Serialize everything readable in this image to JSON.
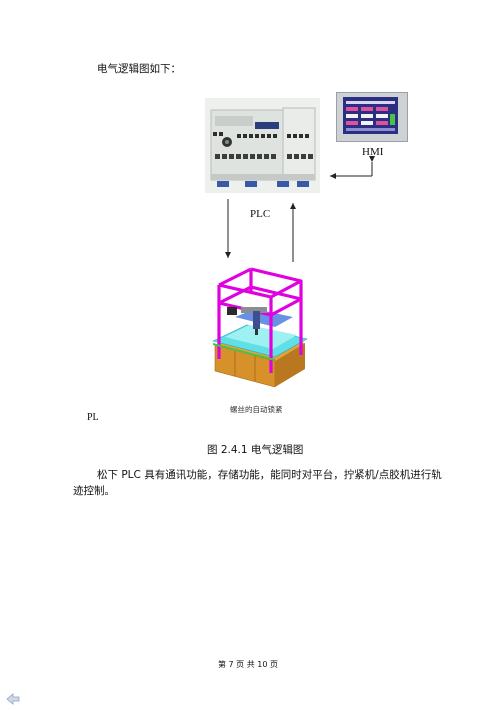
{
  "intro": "电气逻辑图如下：",
  "labels": {
    "hmi": "HMI",
    "plc": "PLC",
    "machine_caption": "螺丝的自动锁紧",
    "stray": "PL"
  },
  "figure_caption": "图 2.4.1   电气逻辑图",
  "paragraph": {
    "line1": "松下 PLC 具有通讯功能，存储功能，能同时对平台，拧紧机/点胶机进行轨",
    "line2": "迹控制。"
  },
  "footer": "第 7 页 共 10 页",
  "icons": {
    "plc": "plc-controller-photo",
    "hmi": "hmi-touchscreen-photo",
    "machine": "screw-locking-machine-render",
    "back": "back-arrow-icon"
  }
}
